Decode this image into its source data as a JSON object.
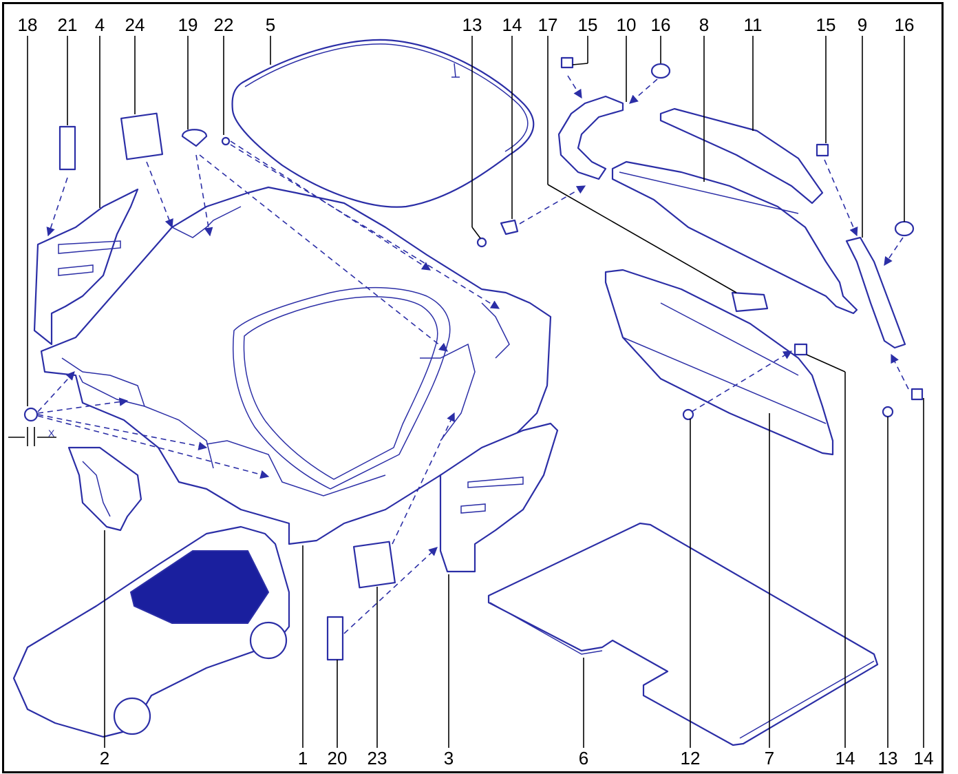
{
  "callouts": {
    "top": [
      "18",
      "21",
      "4",
      "24",
      "19",
      "22",
      "5",
      "13",
      "14",
      "17",
      "15",
      "10",
      "16",
      "8",
      "11",
      "15",
      "9",
      "16"
    ],
    "bottom": [
      "2",
      "1",
      "20",
      "23",
      "3",
      "6",
      "12",
      "7",
      "14",
      "13",
      "14"
    ]
  },
  "dimension_label": "X",
  "colors": {
    "line": "#2b2ea6",
    "fill_highlight": "#1a1f9e",
    "text": "#000000"
  }
}
